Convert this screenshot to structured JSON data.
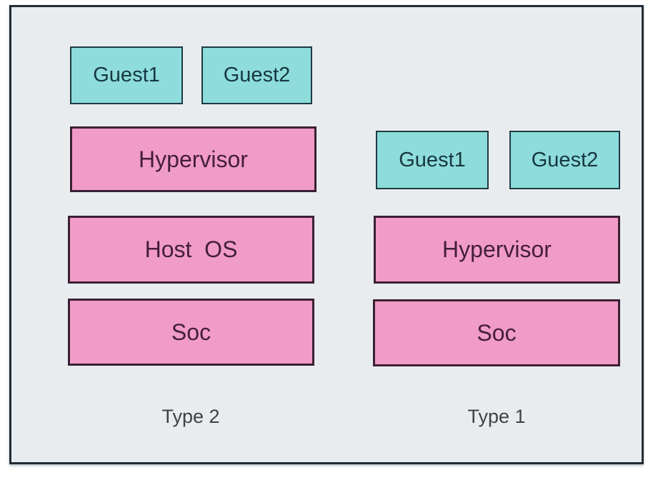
{
  "diagram_title": "Hypervisor Type 2 vs Type 1 stack diagram",
  "colors": {
    "canvas_bg": "#e9ecee",
    "frame_border": "#232d37",
    "guest_fill": "#8edcdc",
    "guest_border": "#1c3a41",
    "layer_fill": "#f19bc8",
    "layer_border": "#3b2034",
    "guest_text": "#173740",
    "layer_text": "#442038",
    "label_text": "#3d4247"
  },
  "type2": {
    "guest1": "Guest1",
    "guest2": "Guest2",
    "hypervisor": "Hypervisor",
    "host_os": "Host  OS",
    "soc": "Soc",
    "label": "Type 2"
  },
  "type1": {
    "guest1": "Guest1",
    "guest2": "Guest2",
    "hypervisor": "Hypervisor",
    "soc": "Soc",
    "label": "Type 1"
  }
}
